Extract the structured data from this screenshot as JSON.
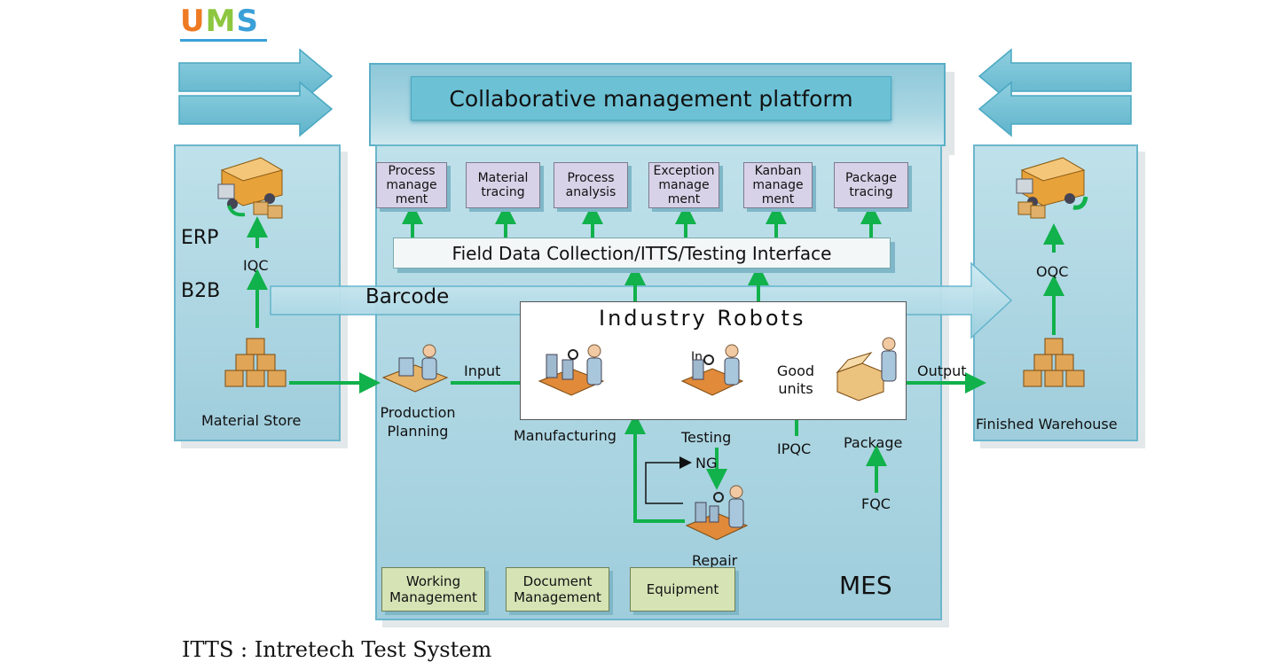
{
  "logo": {
    "u": "U",
    "m": "M",
    "s": "S"
  },
  "platform_title": "Collaborative management platform",
  "modules": [
    {
      "label": "Process manage ment"
    },
    {
      "label": "Material tracing"
    },
    {
      "label": "Process analysis"
    },
    {
      "label": "Exception manage ment"
    },
    {
      "label": "Kanban manage ment"
    },
    {
      "label": "Package tracing"
    }
  ],
  "interface_bar": "Field Data Collection/ITTS/Testing Interface",
  "barcode": "Barcode",
  "robots_title": "Industry Robots",
  "left_panel": {
    "erp": "ERP",
    "b2b": "B2B",
    "iqc": "IQC",
    "store": "Material Store"
  },
  "right_panel": {
    "oqc": "OQC",
    "warehouse": "Finished Warehouse"
  },
  "flow": {
    "planning": "Production Planning",
    "input": "Input",
    "manufacturing": "Manufacturing",
    "testing": "Testing",
    "testing_partial": "In",
    "good_units": "Good units",
    "output": "Output",
    "package": "Package",
    "ipqc": "IPQC",
    "fqc": "FQC",
    "ng": "NG",
    "repair": "Repair"
  },
  "bottom_boxes": [
    "Working Management",
    "Document Management",
    "Equipment"
  ],
  "mes": "MES",
  "footnote": "ITTS : Intretech Test System",
  "colors": {
    "arrow_green": "#11b14b",
    "panel_blue": "#9fcddc",
    "lavender": "#d8d2e8",
    "green_box": "#d5e3b5"
  }
}
